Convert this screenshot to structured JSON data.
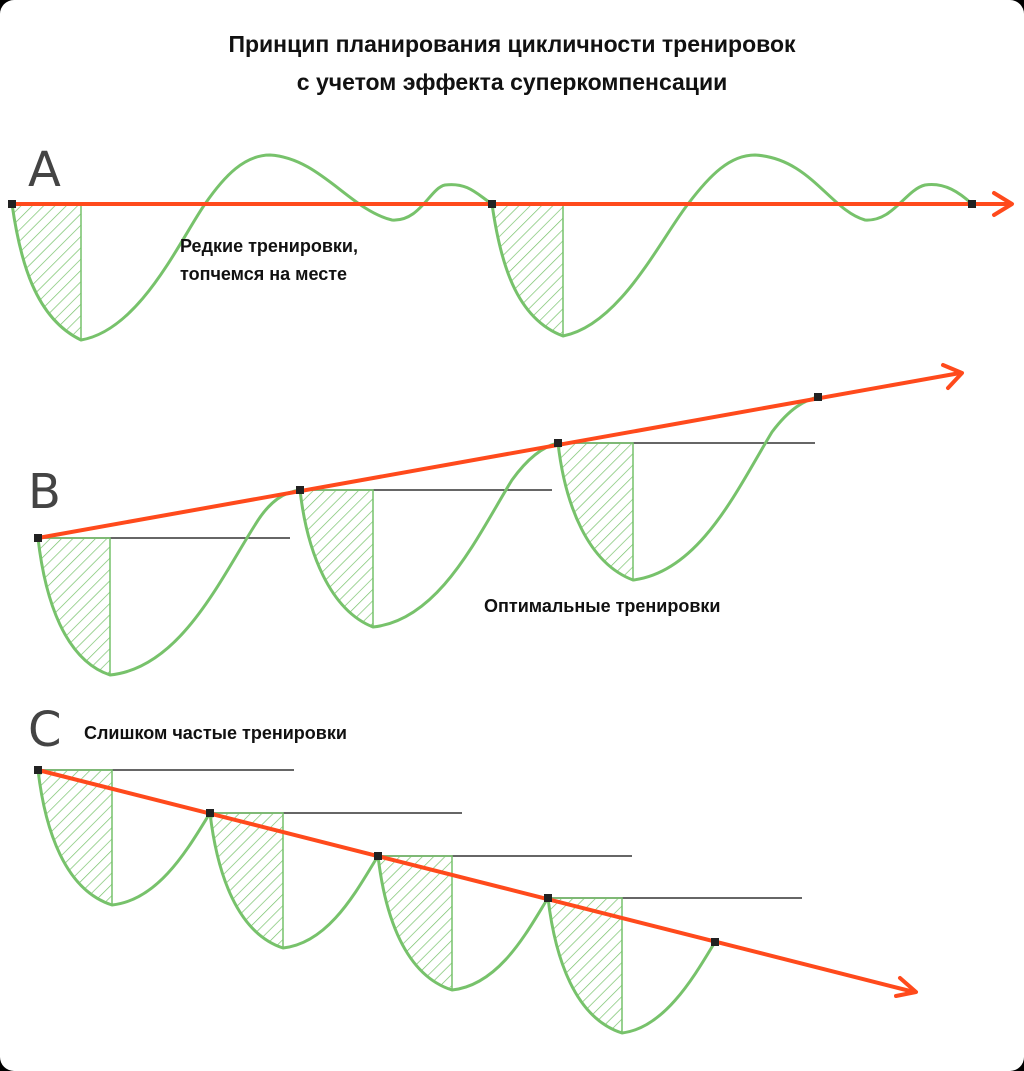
{
  "title": {
    "line1": "Принцип планирования цикличности тренировок",
    "line2": "с учетом эффекта суперкомпенсации"
  },
  "panels": [
    {
      "letter": "A",
      "caption_lines": [
        "Редкие тренировки,",
        "топчемся на месте"
      ]
    },
    {
      "letter": "B",
      "caption_lines": [
        "Оптимальные тренировки"
      ]
    },
    {
      "letter": "C",
      "caption_lines": [
        "Слишком частые тренировки"
      ]
    }
  ],
  "colors": {
    "trend": "#ff4a1c",
    "curve": "#77c26b",
    "marker": "#222222",
    "reference_line": "#333333",
    "background": "#ffffff"
  }
}
